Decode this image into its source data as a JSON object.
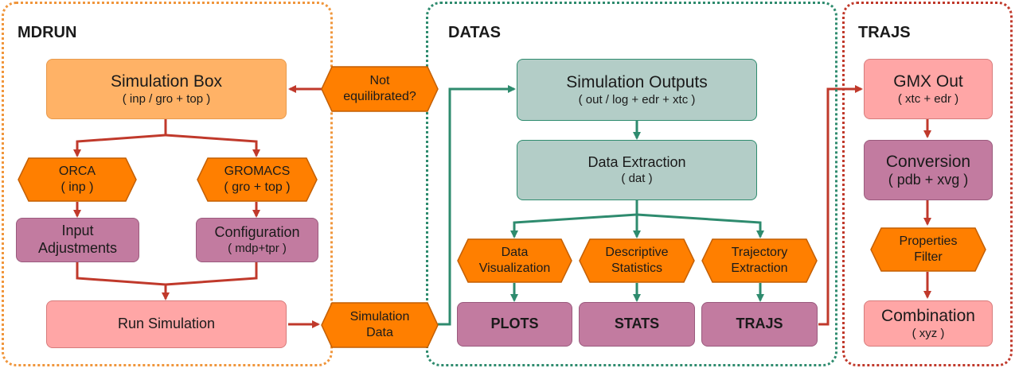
{
  "colors": {
    "mdrun_border": "#f0963c",
    "datas_border": "#2e8b6e",
    "trajs_border": "#c0392b",
    "red_arrow": "#c0392b",
    "green_arrow": "#2e8b6e",
    "hex_fill": "#ff7f00",
    "orange_box": "#ffb266",
    "pink_box": "#ffa6a6",
    "mauve_box": "#c27ba0",
    "teal_box": "#b3cdc7"
  },
  "sections": {
    "mdrun": "MDRUN",
    "datas": "DATAS",
    "trajs": "TRAJS"
  },
  "mdrun": {
    "sim_box_title": "Simulation Box",
    "sim_box_sub": "( inp / gro + top )",
    "orca_title": "ORCA",
    "orca_sub": "( inp )",
    "gromacs_title": "GROMACS",
    "gromacs_sub": "( gro + top )",
    "input_line1": "Input",
    "input_line2": "Adjustments",
    "config_title": "Configuration",
    "config_sub": "( mdp+tpr )",
    "run_sim": "Run Simulation"
  },
  "connectors": {
    "not_eq_line1": "Not",
    "not_eq_line2": "equilibrated?",
    "sim_data_line1": "Simulation",
    "sim_data_line2": "Data"
  },
  "datas": {
    "outputs_title": "Simulation Outputs",
    "outputs_sub": "( out / log + edr + xtc )",
    "extract_title": "Data Extraction",
    "extract_sub": "( dat )",
    "dv_line1": "Data",
    "dv_line2": "Visualization",
    "ds_line1": "Descriptive",
    "ds_line2": "Statistics",
    "te_line1": "Trajectory",
    "te_line2": "Extraction",
    "plots": "PLOTS",
    "stats": "STATS",
    "trajs_box": "TRAJS"
  },
  "trajs": {
    "gmx_title": "GMX Out",
    "gmx_sub": "( xtc + edr )",
    "conv_title": "Conversion",
    "conv_sub": "( pdb + xvg )",
    "filter_line1": "Properties",
    "filter_line2": "Filter",
    "comb_title": "Combination",
    "comb_sub": "( xyz )"
  }
}
